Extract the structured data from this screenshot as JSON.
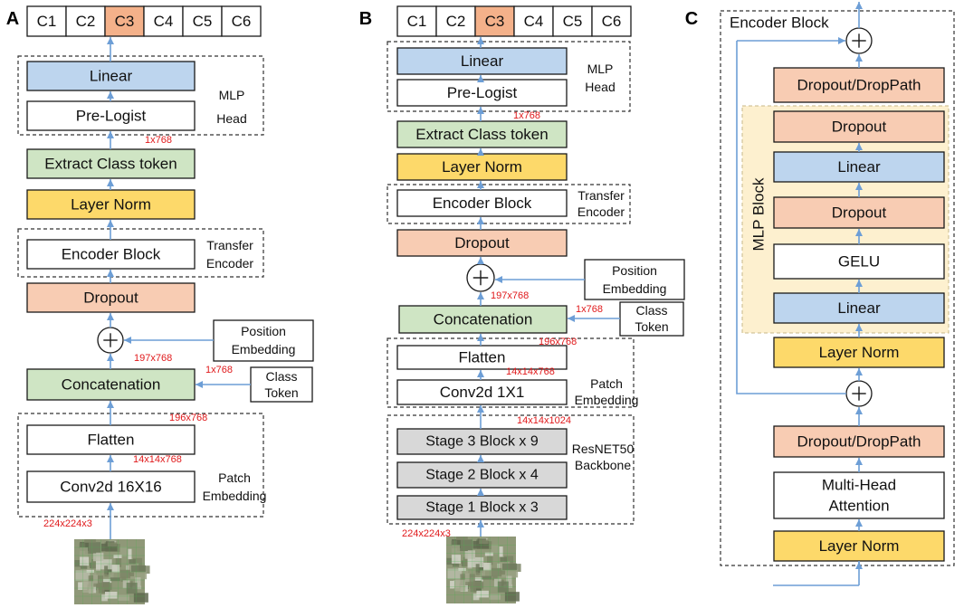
{
  "colors": {
    "linear": "#bdd5ee",
    "white": "#ffffff",
    "green": "#cfe5c4",
    "yellow": "#fdd96a",
    "orange": "#f8ccb3",
    "gray": "#d8d8d8",
    "highlight": "#f4b18a",
    "mlp_bg": "#fdf0cf",
    "arrow": "#6d9ed6",
    "dim": "#e0191b"
  },
  "panels": {
    "a": {
      "letter": "A",
      "classes": [
        "C1",
        "C2",
        "C3",
        "C4",
        "C5",
        "C6"
      ],
      "highlight_index": 2,
      "boxes": [
        {
          "id": "linear",
          "label": "Linear",
          "color": "linear"
        },
        {
          "id": "prelogist",
          "label": "Pre-Logist",
          "color": "white"
        },
        {
          "id": "extract",
          "label": "Extract Class token",
          "color": "green"
        },
        {
          "id": "layernorm",
          "label": "Layer Norm",
          "color": "yellow"
        },
        {
          "id": "encoder",
          "label": "Encoder Block",
          "color": "white"
        },
        {
          "id": "dropout",
          "label": "Dropout",
          "color": "orange"
        },
        {
          "id": "concat",
          "label": "Concatenation",
          "color": "green"
        },
        {
          "id": "flatten",
          "label": "Flatten",
          "color": "white"
        },
        {
          "id": "conv",
          "label": "Conv2d 16X16",
          "color": "white"
        }
      ],
      "side_boxes": [
        {
          "id": "posemb",
          "lines": [
            "Position",
            "Embedding"
          ]
        },
        {
          "id": "classtok",
          "lines": [
            "Class",
            "Token"
          ]
        }
      ],
      "group_labels": [
        {
          "id": "mlp",
          "lines": [
            "MLP",
            "Head"
          ]
        },
        {
          "id": "transfer",
          "lines": [
            "Transfer",
            "Encoder"
          ]
        },
        {
          "id": "patch",
          "lines": [
            "Patch",
            "Embedding"
          ]
        }
      ],
      "dims": [
        "1x768",
        "197x768",
        "1x768",
        "196x768",
        "14x14x768",
        "224x224x3"
      ]
    },
    "b": {
      "letter": "B",
      "classes": [
        "C1",
        "C2",
        "C3",
        "C4",
        "C5",
        "C6"
      ],
      "highlight_index": 2,
      "boxes": [
        {
          "id": "linear",
          "label": "Linear",
          "color": "linear"
        },
        {
          "id": "prelogist",
          "label": "Pre-Logist",
          "color": "white"
        },
        {
          "id": "extract",
          "label": "Extract Class token",
          "color": "green"
        },
        {
          "id": "layernorm",
          "label": "Layer Norm",
          "color": "yellow"
        },
        {
          "id": "encoder",
          "label": "Encoder Block",
          "color": "white"
        },
        {
          "id": "dropout",
          "label": "Dropout",
          "color": "orange"
        },
        {
          "id": "concat",
          "label": "Concatenation",
          "color": "green"
        },
        {
          "id": "flatten",
          "label": "Flatten",
          "color": "white"
        },
        {
          "id": "conv",
          "label": "Conv2d 1X1",
          "color": "white"
        },
        {
          "id": "stage3",
          "label": "Stage 3 Block x 9",
          "color": "gray"
        },
        {
          "id": "stage2",
          "label": "Stage 2 Block x 4",
          "color": "gray"
        },
        {
          "id": "stage1",
          "label": "Stage 1 Block x 3",
          "color": "gray"
        }
      ],
      "side_boxes": [
        {
          "id": "posemb",
          "lines": [
            "Position",
            "Embedding"
          ]
        },
        {
          "id": "classtok",
          "lines": [
            "Class",
            "Token"
          ]
        }
      ],
      "group_labels": [
        {
          "id": "mlp",
          "lines": [
            "MLP",
            "Head"
          ]
        },
        {
          "id": "transfer",
          "lines": [
            "Transfer",
            "Encoder"
          ]
        },
        {
          "id": "patch",
          "lines": [
            "Patch",
            "Embedding"
          ]
        },
        {
          "id": "backbone",
          "lines": [
            "ResNET50",
            "Backbone"
          ]
        }
      ],
      "dims": [
        "1x768",
        "197x768",
        "1x768",
        "196x768",
        "14x14x768",
        "14x14x1024",
        "224x224x3"
      ]
    },
    "c": {
      "letter": "C",
      "title": "Encoder Block",
      "mlp_block_label": "MLP Block",
      "boxes": [
        {
          "id": "droppath_top",
          "lines": [
            "Dropout/DropPath"
          ],
          "color": "orange"
        },
        {
          "id": "dropout1",
          "lines": [
            "Dropout"
          ],
          "color": "orange"
        },
        {
          "id": "linear1",
          "lines": [
            "Linear"
          ],
          "color": "linear"
        },
        {
          "id": "dropout2",
          "lines": [
            "Dropout"
          ],
          "color": "orange"
        },
        {
          "id": "gelu",
          "lines": [
            "GELU"
          ],
          "color": "white"
        },
        {
          "id": "linear2",
          "lines": [
            "Linear"
          ],
          "color": "linear"
        },
        {
          "id": "layernorm1",
          "lines": [
            "Layer Norm"
          ],
          "color": "yellow"
        },
        {
          "id": "droppath_bot",
          "lines": [
            "Dropout/DropPath"
          ],
          "color": "orange"
        },
        {
          "id": "mha",
          "lines": [
            "Multi-Head",
            "Attention"
          ],
          "color": "white"
        },
        {
          "id": "layernorm2",
          "lines": [
            "Layer Norm"
          ],
          "color": "yellow"
        }
      ]
    }
  }
}
